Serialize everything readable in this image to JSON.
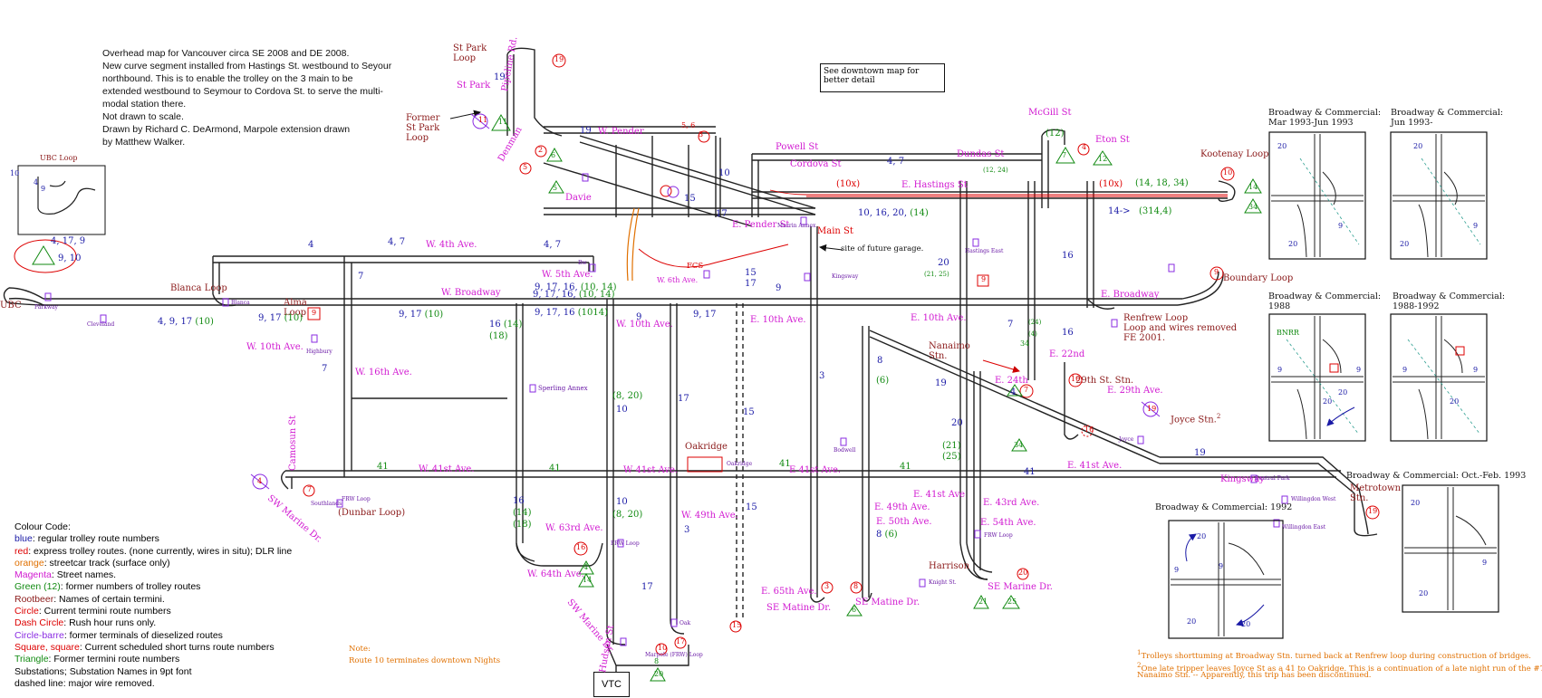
{
  "intro": [
    "Overhead map for Vancouver circa  SE 2008 and DE 2008.",
    "New curve segment  installed from Hastings St. westbound to Seyour",
    "northbound. This is to enable the trolley on the 3 main to be",
    "extended westbound to Seymour to Cordova St. to serve the multi-",
    "modal station there.",
    "Not drawn to scale.",
    "Drawn by Richard C. DeArmond, Marpole extension drawn",
    "by Matthew Walker."
  ],
  "downtown_note": [
    "See downtown map for",
    "better detail"
  ],
  "vtc_label": "VTC",
  "legend": {
    "title": "Colour Code:",
    "rows": [
      {
        "key": "blue",
        "text": ": regular trolley route numbers",
        "color": "#1a1aa6"
      },
      {
        "key": "red",
        "text": ": express trolley routes. (none currently, wires in situ); DLR line",
        "color": "#d00000"
      },
      {
        "key": "orange",
        "text": ": streetcar track (surface only)",
        "color": "#e07000"
      },
      {
        "key": "Magenta",
        "text": ": Street names.",
        "color": "#d11ad1"
      },
      {
        "key": "Green (12)",
        "text": ": former numbers of trolley routes",
        "color": "#118a11"
      },
      {
        "key": "Rootbeer",
        "text": ": Names of certain termini.",
        "color": "#8b1a1a"
      },
      {
        "key": "Circle",
        "text": ":  Current termini route numbers",
        "color": "#d00000"
      },
      {
        "key": "Dash Circle",
        "text": ": Rush hour runs only.",
        "color": "#d00000"
      },
      {
        "key": "Circle-barre",
        "text": ": former terminals of dieselized routes",
        "color": "#8a2be2"
      },
      {
        "key": "Square, square",
        "text": ": Current scheduled short turns route numbers",
        "color": "#d00000"
      },
      {
        "key": "Triangle",
        "text": ": Former termini route numbers",
        "color": "#118a11"
      },
      {
        "key": "",
        "text": "Substations; Substation Names in 9pt font",
        "color": "#111111"
      },
      {
        "key": "",
        "text": "dashed line: major wire removed.",
        "color": "#111111"
      }
    ]
  },
  "note_route10": [
    "Note:",
    "Route 10 terminates downtown Nights"
  ],
  "streets": {
    "w4th": "W. 4th Ave.",
    "wbroadway": "W. Broadway",
    "w10th": "W. 10th Ave.",
    "w16th": "W. 16th Ave.",
    "w41st": "W. 41st Ave.",
    "w41st_b": "W 41st Ave.",
    "w5th": "W. 5th Ave.",
    "w6th": "W. 6th Ave.",
    "w10th_b": "W. 10th Ave.",
    "w49th": "W. 49th Ave.",
    "w63rd": "W. 63rd Ave.",
    "w64th": "W. 64th Ave.",
    "e10th": "E. 10th Ave.",
    "e10th_b": "E. 10th Ave.",
    "e41st": "E 41st Ave.",
    "e41st_b": "E. 41st Ave",
    "e41st_c": "E. 41st Ave.",
    "e49th": "E. 49th Ave.",
    "e50th": "E. 50th Ave.",
    "e43rd": "E. 43rd Ave.",
    "e54th": "E. 54th Ave.",
    "e65th": "E. 65th Ave.",
    "e22nd": "E. 22nd",
    "e24th": "E. 24th",
    "e29th": "E. 29th Ave.",
    "ebroadway": "E. Broadway",
    "ehastings": "E. Hastings St",
    "epender": "E. Pender St",
    "wpender": "W. Pender",
    "powell": "Powell St",
    "cordova": "Cordova St",
    "dundas": "Dundas St",
    "mcgill": "McGill  St",
    "eton": "Eton St",
    "main": "Main St",
    "stpark": "St Park",
    "pipeline": "Pipeline Rd.",
    "denman": "Denman",
    "davie": "Davie",
    "camosun": "Camosun St",
    "swmarine1": "SW Marine Dr.",
    "swmarine2": "SW Marine Dr.",
    "sematine1": "SE Matine Dr.",
    "sematine2": "SE Matine Dr.",
    "semarine": "SE Marine Dr.",
    "kingsway": "Kingsway",
    "hudson": "Hudson St"
  },
  "termini": {
    "stpark_loop": "St Park Loop",
    "former_stpark": "Former St Park Loop",
    "blanca": "Blanca Loop",
    "alma": "Alma Loop",
    "ubc": "UBC",
    "ubc_loop": "UBC Loop",
    "kootenay": "Kootenay Loop",
    "boundary": "Boundary Loop",
    "renfrew": "Renfrew Loop",
    "renfrew_note": "Loop and wires removed",
    "renfrew_fe": "FE 2001.",
    "nanaimo": "Nanaimo Stn.",
    "joyce": "Joyce Stn.",
    "metrotown": "Metrotown Stn.",
    "st29": "29th St. Stn.",
    "harrison": "Harrison",
    "oakridge": "Oakridge",
    "fcs": "FCS",
    "dunbar": "(Dunbar Loop)",
    "future_garage": "site of future garage."
  },
  "substations": {
    "parkway": "Parkway",
    "cleveland": "Cleveland",
    "blanca": "Blanca",
    "highbury": "Highbury",
    "bw": "Bw",
    "sperling": "Sperling Annex",
    "oakridge": "Oakridge",
    "bodwell": "Bodwell",
    "kingsway": "Kingsway",
    "hastings_east": "Hastings East",
    "joyce": "Joyce",
    "central_park": "Central Park",
    "willingdon_west": "Willingdon West",
    "willingdon_east": "Willingdon East",
    "knight": "Knight St.",
    "oak": "Oak",
    "marpole": "Marpole (FRW) Loop",
    "frw1": "FRW Loop",
    "frw2": "FRW Loop",
    "frw3": "FRW Loop",
    "southlands": "Southlands",
    "murrin": "Murrin Annex"
  },
  "insets": [
    {
      "title": [
        "Broadway & Commercial:",
        "Mar 1993-Jun 1993"
      ]
    },
    {
      "title": [
        "Broadway & Commercial:",
        "Jun 1993-"
      ]
    },
    {
      "title": [
        "Broadway & Commercial:",
        "1988"
      ]
    },
    {
      "title": [
        "Broadway & Commercial:",
        "1988-1992"
      ]
    },
    {
      "title": [
        "Broadway & Commercial: 1992"
      ]
    },
    {
      "title": [
        "Broadway & Commercial: Oct.-Feb. 1993"
      ]
    }
  ],
  "footnotes": [
    "Trolleys shorttuming at Broadway Stn. turned back at Renfrew loop during construction of bridges.",
    "One late tripper leaves Joyce St as a 41 to Oakridge. This is a continuation of a late night run of the #7 from",
    "Nanaimo Stn. -- Apparently, this trip has been discontinued."
  ],
  "colors": {
    "wire": "#222222",
    "blue": "#1a1aa6",
    "red": "#dd0000",
    "green": "#118a11",
    "magenta": "#d11ad1",
    "orange": "#e07000",
    "brown": "#8b1a1a",
    "purple": "#8a2be2"
  },
  "icons": [
    "circle-marker",
    "triangle-marker",
    "square-marker",
    "substation-icon"
  ]
}
